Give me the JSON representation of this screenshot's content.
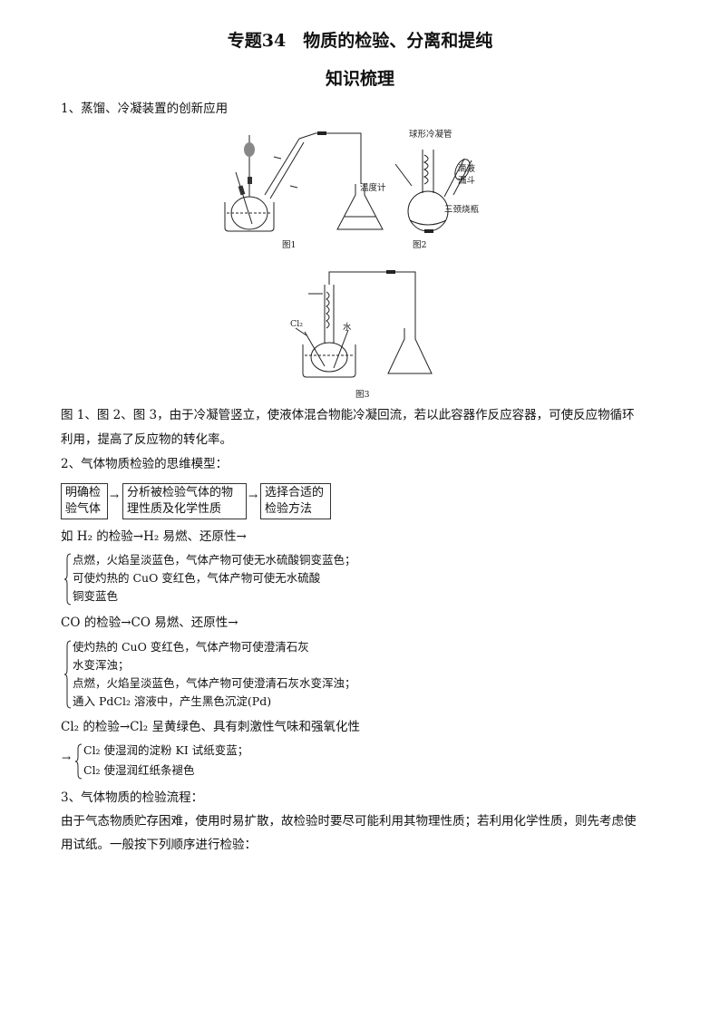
{
  "header": {
    "title": "专题34　物质的检验、分离和提纯",
    "subtitle": "知识梳理"
  },
  "section1": {
    "heading": "1、蒸馏、冷凝装置的创新应用",
    "figure_labels": {
      "fig1": "图1",
      "fig2": "图2",
      "fig3": "图3",
      "condenser": "球形冷凝管",
      "thermometer": "温度计",
      "funnel_line1": "滴液",
      "funnel_line2": "漏斗",
      "flask": "三颈烧瓶",
      "cl2": "Cl₂",
      "water": "水"
    },
    "paragraph_line1": "图 1、图 2、图 3，由于冷凝管竖立，使液体混合物能冷凝回流，若以此容器作反应容器，可使反应物循环",
    "paragraph_line2": "利用，提高了反应物的转化率。"
  },
  "section2": {
    "heading": "2、气体物质检验的思维模型：",
    "flow": {
      "box1_line1": "明确检",
      "box1_line2": "验气体",
      "box2_line1": "分析被检验气体的物",
      "box2_line2": "理性质及化学性质",
      "box3_line1": "选择合适的",
      "box3_line2": "检验方法"
    },
    "h2": {
      "line": "如 H₂ 的检验→H₂ 易燃、还原性→",
      "items": [
        "点燃，火焰呈淡蓝色，气体产物可使无水硫酸铜变蓝色；",
        "可使灼热的 CuO 变红色，气体产物可使无水硫酸",
        "铜变蓝色"
      ]
    },
    "co": {
      "line": "CO 的检验→CO 易燃、还原性→",
      "items": [
        "使灼热的 CuO 变红色，气体产物可使澄清石灰",
        "水变浑浊；",
        "点燃，火焰呈淡蓝色，气体产物可使澄清石灰水变浑浊；",
        "通入 PdCl₂ 溶液中，产生黑色沉淀(Pd)"
      ]
    },
    "cl2": {
      "line": "Cl₂ 的检验→Cl₂ 呈黄绿色、具有刺激性气味和强氧化性",
      "items": [
        "Cl₂ 使湿润的淀粉 KI 试纸变蓝；",
        "Cl₂ 使湿润红纸条褪色"
      ]
    }
  },
  "section3": {
    "heading": "3、气体物质的检验流程：",
    "paragraph_line1": "由于气态物质贮存困难，使用时易扩散，故检验时要尽可能利用其物理性质；若利用化学性质，则先考虑使",
    "paragraph_line2": "用试纸。一般按下列顺序进行检验："
  }
}
